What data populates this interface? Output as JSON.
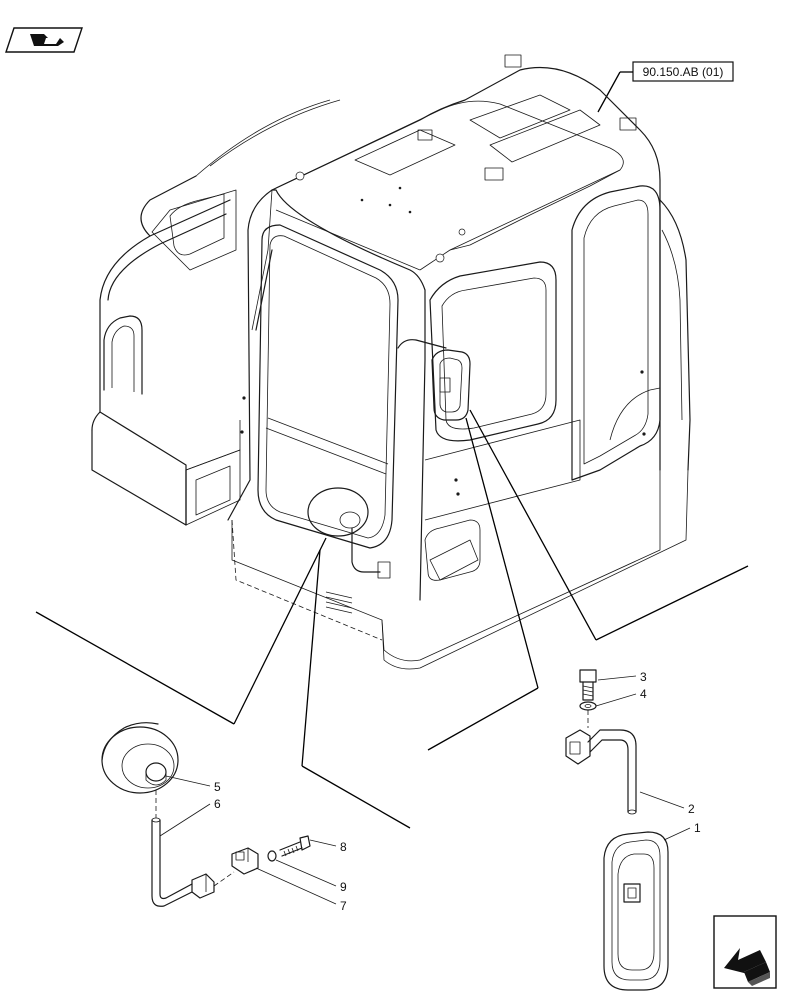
{
  "reference_label": "90.150.AB (01)",
  "callouts": [
    {
      "num": "1"
    },
    {
      "num": "2"
    },
    {
      "num": "3"
    },
    {
      "num": "4"
    },
    {
      "num": "5"
    },
    {
      "num": "6"
    },
    {
      "num": "7"
    },
    {
      "num": "8"
    },
    {
      "num": "9"
    }
  ],
  "icons": {
    "top_left": "book-arrow-icon",
    "bottom_right": "direction-arrow-icon"
  }
}
